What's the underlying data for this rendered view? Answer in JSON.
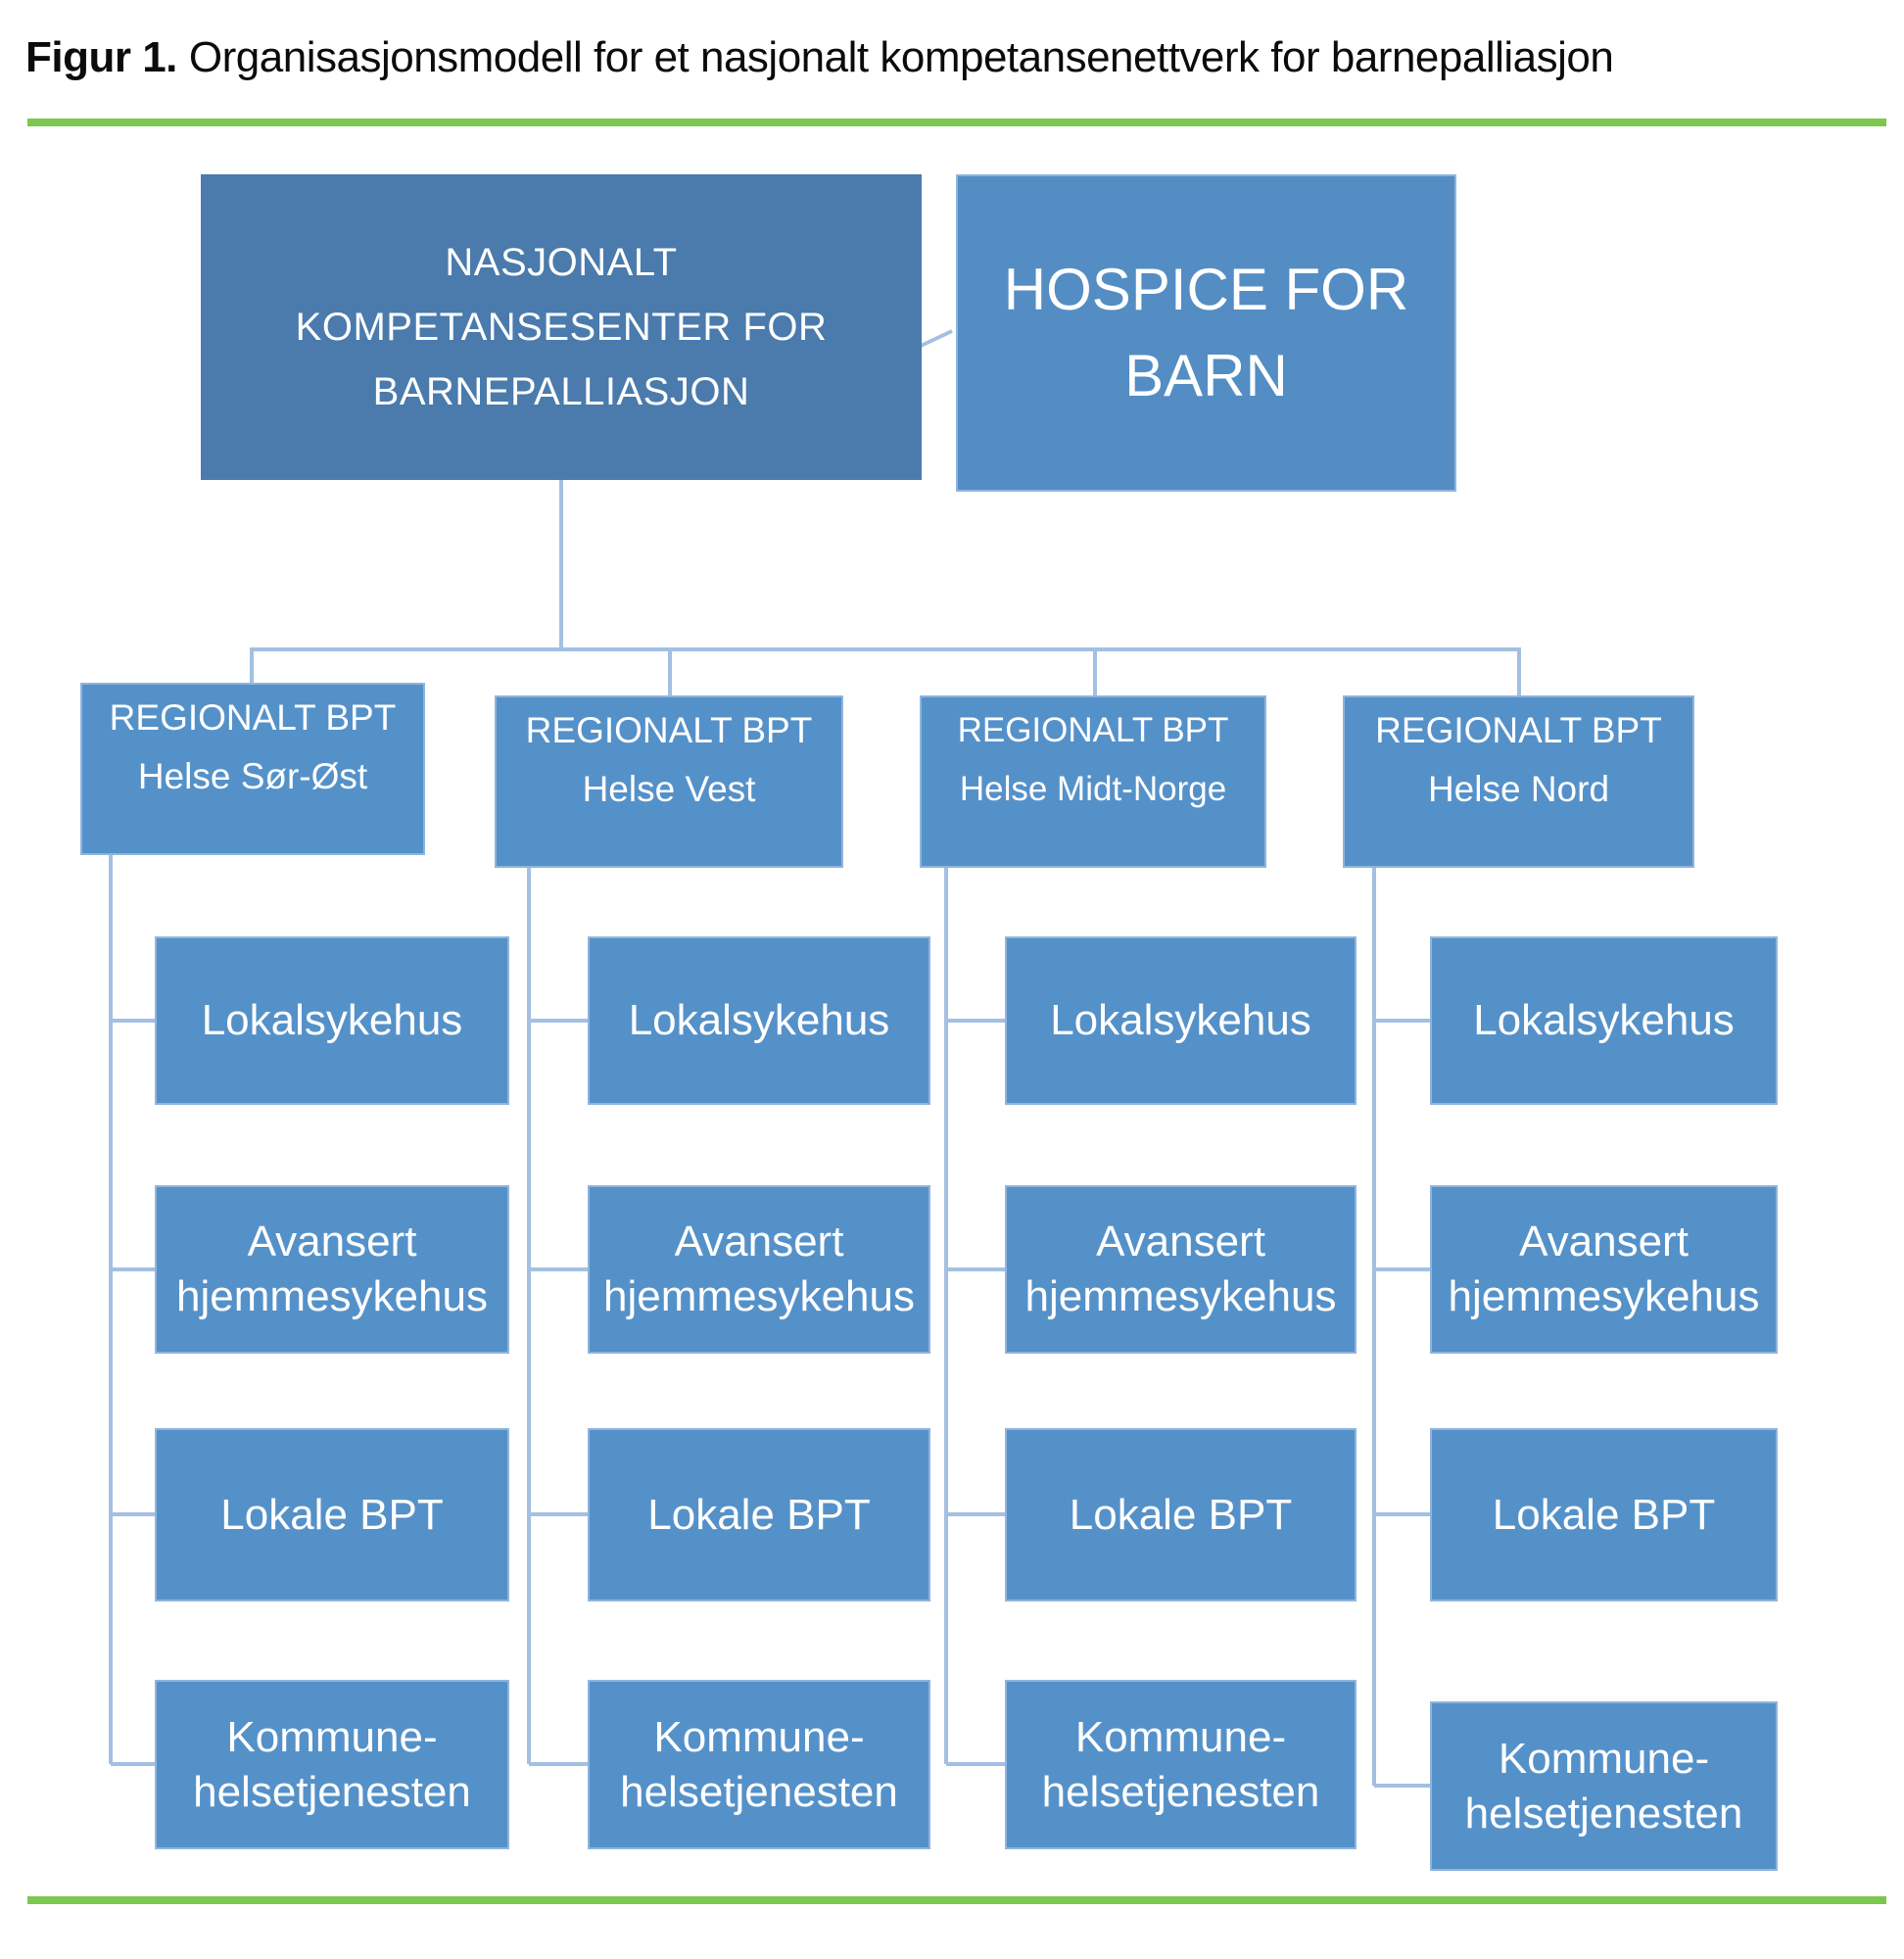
{
  "title": {
    "prefix": "Figur 1.",
    "text": "Organisasjonsmodell for et nasjonalt kompetansenettverk for barnepalliasjon"
  },
  "colors": {
    "root_box_fill": "#4a7bac",
    "light_box_fill": "#5591c9",
    "hospice_box_fill": "#538dc4",
    "connector_line": "#a3c0e2",
    "green_rule": "#7cc74e",
    "box_text": "#ffffff",
    "title_text": "#0b0b0b"
  },
  "org": {
    "root": {
      "lines": [
        "NASJONALT",
        "KOMPETANSESENTER FOR",
        "BARNEPALLIASJON"
      ]
    },
    "hospice": {
      "lines": [
        "HOSPICE FOR",
        "BARN"
      ]
    },
    "regions": [
      {
        "line1": "REGIONALT BPT",
        "line2": "Helse Sør-Øst",
        "children": [
          {
            "lines": [
              "Lokalsykehus"
            ]
          },
          {
            "lines": [
              "Avansert",
              "hjemmesykehus"
            ]
          },
          {
            "lines": [
              "Lokale BPT"
            ]
          },
          {
            "lines": [
              "Kommune-",
              "helsetjenesten"
            ]
          }
        ]
      },
      {
        "line1": "REGIONALT BPT",
        "line2": "Helse Vest",
        "children": [
          {
            "lines": [
              "Lokalsykehus"
            ]
          },
          {
            "lines": [
              "Avansert",
              "hjemmesykehus"
            ]
          },
          {
            "lines": [
              "Lokale BPT"
            ]
          },
          {
            "lines": [
              "Kommune-",
              "helsetjenesten"
            ]
          }
        ]
      },
      {
        "line1": "REGIONALT BPT",
        "line2": "Helse Midt-Norge",
        "children": [
          {
            "lines": [
              "Lokalsykehus"
            ]
          },
          {
            "lines": [
              "Avansert",
              "hjemmesykehus"
            ]
          },
          {
            "lines": [
              "Lokale BPT"
            ]
          },
          {
            "lines": [
              "Kommune-",
              "helsetjenesten"
            ]
          }
        ]
      },
      {
        "line1": "REGIONALT BPT",
        "line2": "Helse Nord",
        "children": [
          {
            "lines": [
              "Lokalsykehus"
            ]
          },
          {
            "lines": [
              "Avansert",
              "hjemmesykehus"
            ]
          },
          {
            "lines": [
              "Lokale BPT"
            ]
          },
          {
            "lines": [
              "Kommune-",
              "helsetjenesten"
            ]
          }
        ]
      }
    ]
  }
}
